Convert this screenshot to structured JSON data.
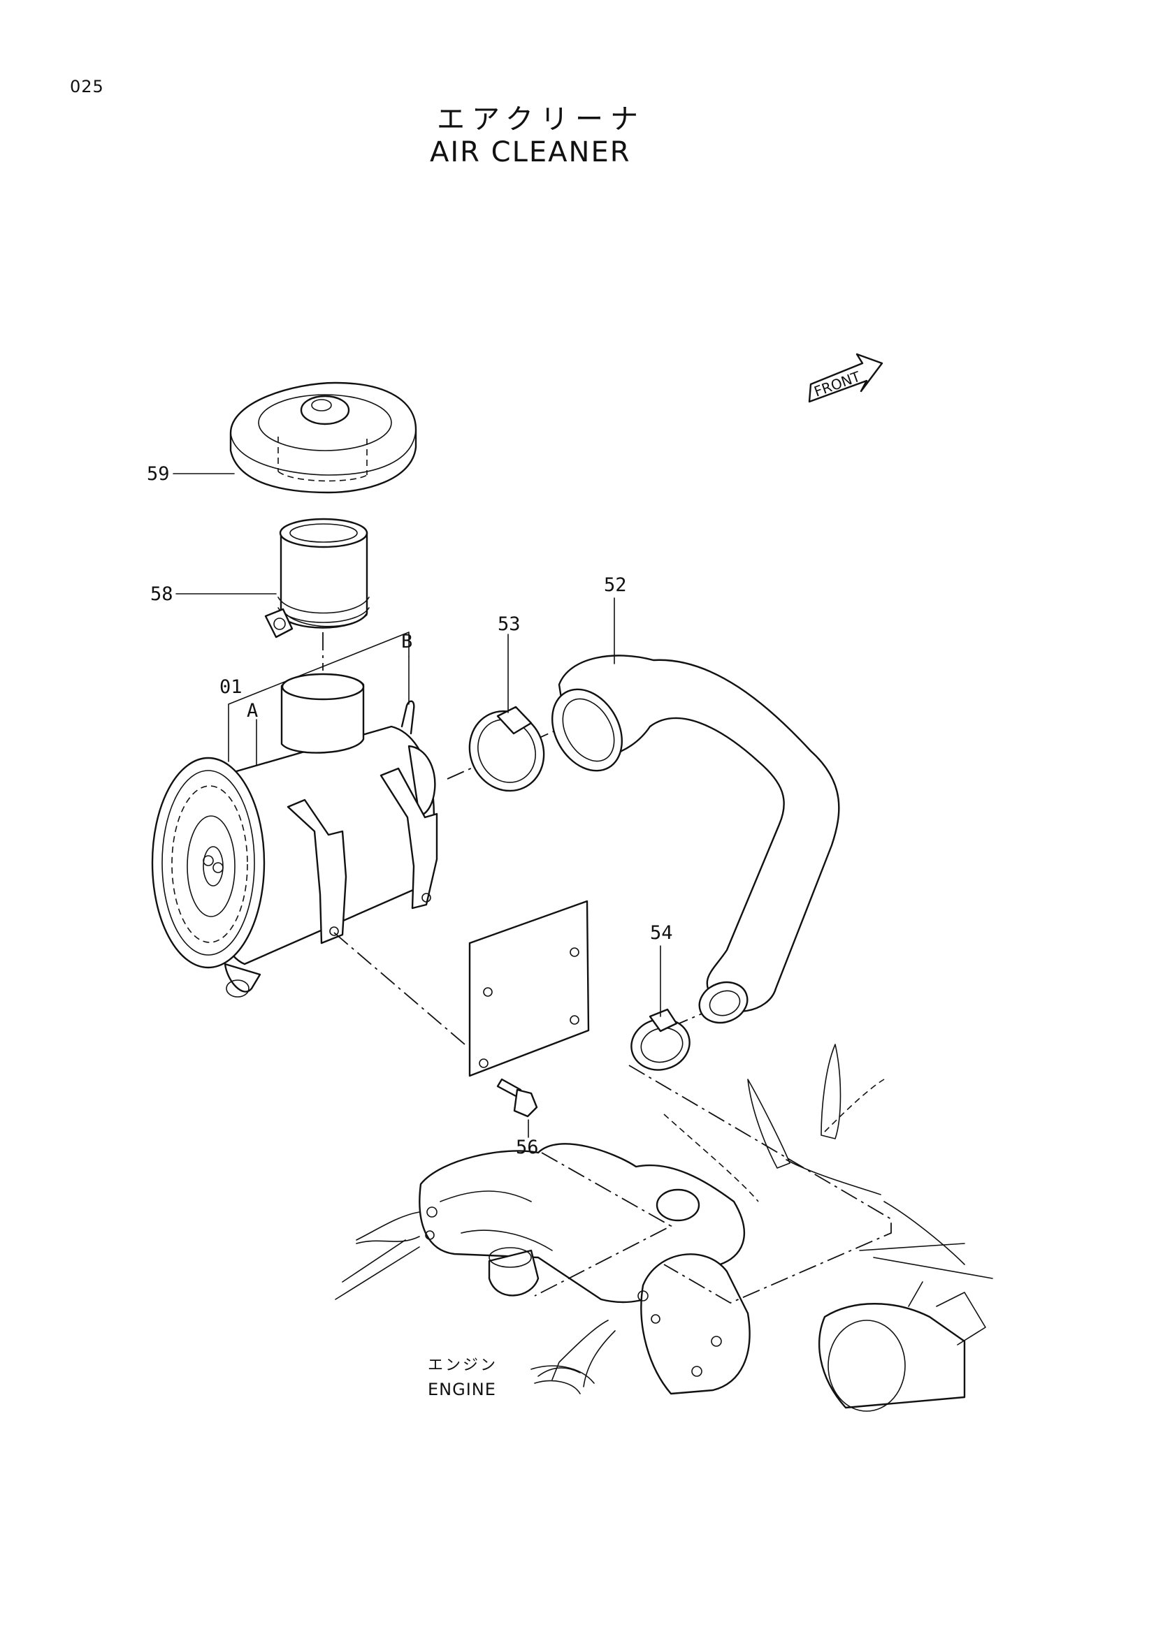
{
  "page_number": "025",
  "title": {
    "japanese": "エアクリーナ",
    "english": "AIR  CLEANER"
  },
  "direction_marker": {
    "label": "FRONT",
    "icon": "front-arrow-icon"
  },
  "callouts": {
    "p59": "59",
    "p58": "58",
    "p01": "01",
    "pA": "A",
    "pB": "B",
    "p53": "53",
    "p52": "52",
    "p54": "54",
    "p56": "56"
  },
  "engine_label": {
    "japanese": "エンジン",
    "english": "ENGINE"
  }
}
